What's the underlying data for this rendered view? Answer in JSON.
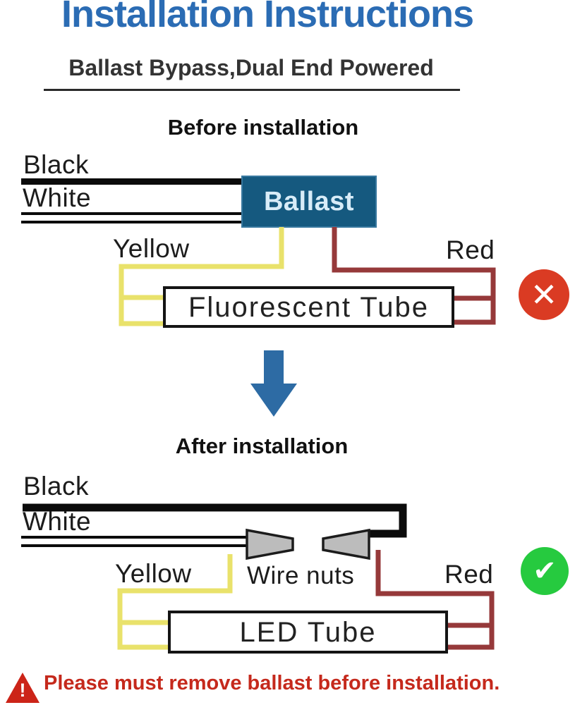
{
  "header": {
    "title": "Installation Instructions",
    "subtitle": "Ballast Bypass,Dual End Powered"
  },
  "before": {
    "heading": "Before installation",
    "wire_labels": {
      "black": "Black",
      "white": "White",
      "yellow": "Yellow",
      "red": "Red"
    },
    "ballast_label": "Ballast",
    "tube_label": "Fluorescent Tube",
    "status": "not-allowed"
  },
  "after": {
    "heading": "After installation",
    "wire_labels": {
      "black": "Black",
      "white": "White",
      "yellow": "Yellow",
      "red": "Red",
      "wire_nuts": "Wire nuts"
    },
    "tube_label": "LED Tube",
    "status": "correct"
  },
  "footer": {
    "warning_text": "Please must remove ballast before installation.",
    "warning_icon": "!"
  },
  "icons": {
    "cross": "✕",
    "check": "✔"
  },
  "colors": {
    "title_blue": "#2b6cb4",
    "ballast_blue": "#15597f",
    "arrow_blue": "#2d6ba4",
    "wire_yellow": "#e9e26b",
    "wire_dark_red": "#96393a",
    "wire_black": "#0b0b0b",
    "nut_gray": "#bcbcbc",
    "error_red": "#da3b23",
    "success_green": "#26ca3f",
    "warning_red": "#c5291c"
  }
}
